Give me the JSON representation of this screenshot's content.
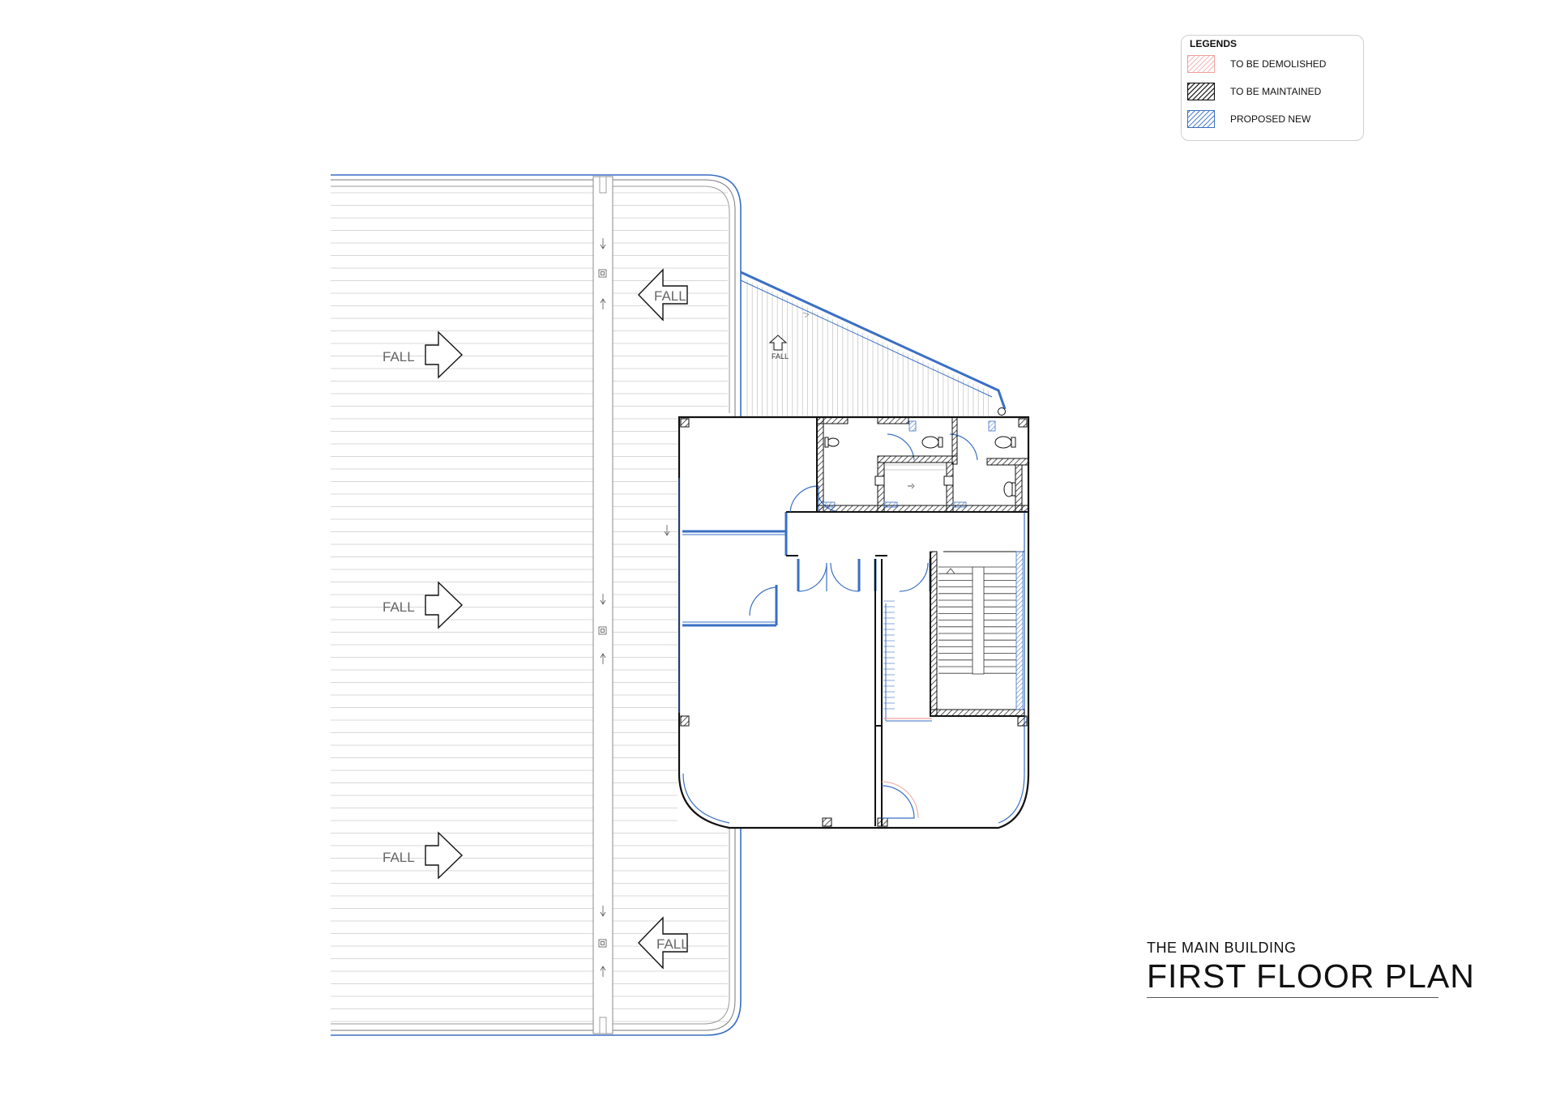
{
  "legend": {
    "title": "LEGENDS",
    "items": [
      {
        "label": "TO BE DEMOLISHED",
        "color": "#f0a0a0"
      },
      {
        "label": "TO BE MAINTAINED",
        "color": "#111111"
      },
      {
        "label": "PROPOSED NEW",
        "color": "#3a6fc4"
      }
    ]
  },
  "title_block": {
    "subtitle": "THE MAIN BUILDING",
    "title": "FIRST FLOOR PLAN"
  },
  "annotations": {
    "fall": "FALL"
  },
  "colors": {
    "proposed": "#3a6fc4",
    "maintained": "#111111",
    "demolished": "#f0a0a0",
    "roof_lines": "#d6d6d6"
  }
}
